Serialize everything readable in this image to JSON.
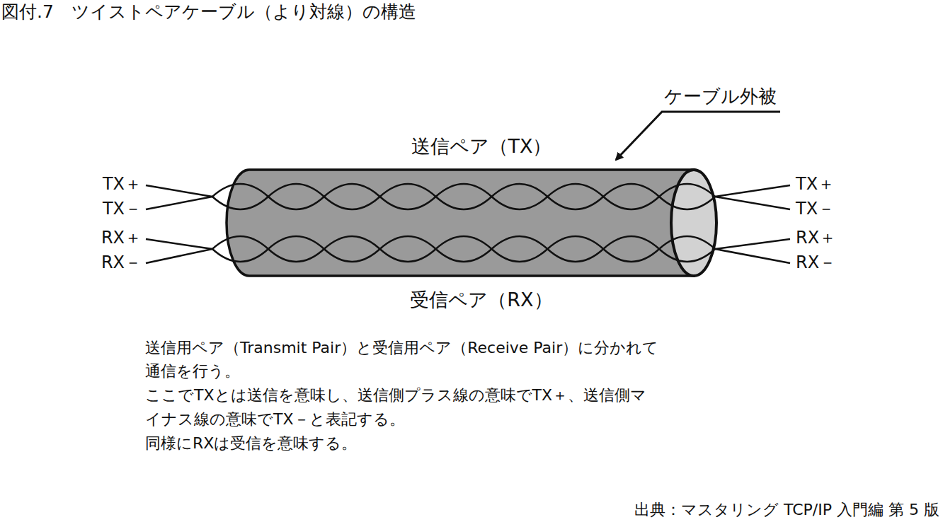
{
  "diagram": {
    "title": "図付.7　ツイストペアケーブル（より対線）の構造",
    "labels": [
      "ケーブル外被",
      "送信ペア（TX）",
      "受信ペア（RX）",
      "TX＋",
      "TX－",
      "RX＋",
      "RX－",
      "TX＋",
      "TX－",
      "RX＋",
      "RX－",
      "送信用ペア（Transmit Pair）と受信用ペア（Receive Pair）に分かれて",
      "通信を行う。",
      "ここでTXとは送信を意味し、送信側プラス線の意味でTX＋、送信側マ",
      "イナス線の意味でTX－と表記する。",
      "同様にRXは受信を意味する。",
      "出典：マスタリング TCP/IP 入門編 第 5 版"
    ]
  }
}
